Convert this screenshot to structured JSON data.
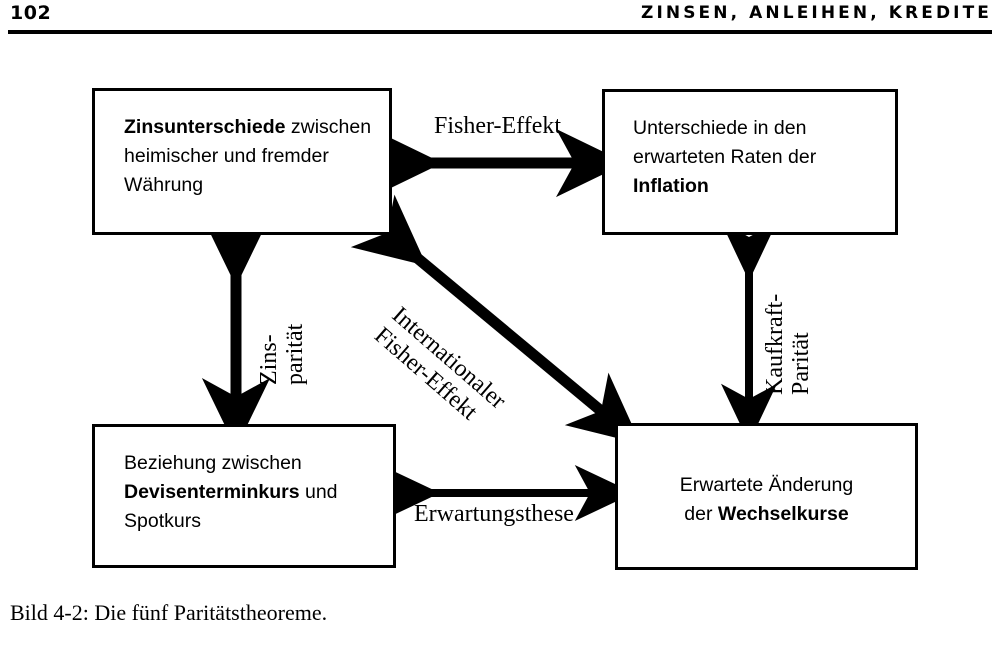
{
  "page": {
    "folio": "102",
    "running_head": "ZINSEN, ANLEIHEN, KREDITE",
    "caption": "Bild 4-2: Die fünf Paritätstheoreme."
  },
  "colors": {
    "ink": "#000000",
    "paper": "#ffffff"
  },
  "diagram": {
    "type": "relationship-diagram",
    "nodes": [
      {
        "id": "top-left",
        "text_plain": "Zinsunterschiede zwischen heimischer und fremder Währung",
        "line1_bold": "Zinsunterschiede",
        "line1_rest": " zwischen",
        "line2": "heimischer und fremder",
        "line3": "Währung"
      },
      {
        "id": "top-right",
        "text_plain": "Unterschiede in den erwarteten Raten der Inflation",
        "line1": "Unterschiede in den",
        "line2": "erwarteten Raten der",
        "line3_bold": "Inflation"
      },
      {
        "id": "bottom-left",
        "text_plain": "Beziehung zwischen Devisenterminkurs und Spotkurs",
        "line1": "Beziehung zwischen",
        "line2_bold": "Devisenterminkurs",
        "line2_rest": " und",
        "line3": "Spotkurs"
      },
      {
        "id": "bottom-right",
        "text_plain": "Erwartete Änderung der Wechselkurse",
        "line1": "Erwartete Änderung",
        "line2_rest": "der ",
        "line2_bold": "Wechselkurse"
      }
    ],
    "edges": [
      {
        "id": "top-horizontal",
        "label": "Fisher-Effekt",
        "from": "top-left",
        "to": "top-right",
        "style": "double-headed"
      },
      {
        "id": "left-vertical",
        "label_line1": "Zins-",
        "label_line2": "parität",
        "label": "Zins-parität",
        "from": "top-left",
        "to": "bottom-left",
        "style": "double-headed"
      },
      {
        "id": "right-vertical",
        "label_line1": "Kaufkraft-",
        "label_line2": "Parität",
        "label": "Kaufkraft-Parität",
        "from": "top-right",
        "to": "bottom-right",
        "style": "double-headed"
      },
      {
        "id": "diagonal",
        "label_line1": "Internationaler",
        "label_line2": "Fisher-Effekt",
        "label": "Internationaler Fisher-Effekt",
        "from": "top-left",
        "to": "bottom-right",
        "style": "double-headed"
      },
      {
        "id": "bottom-horizontal",
        "label": "Erwartungsthese",
        "from": "bottom-left",
        "to": "bottom-right",
        "style": "double-headed"
      }
    ]
  }
}
